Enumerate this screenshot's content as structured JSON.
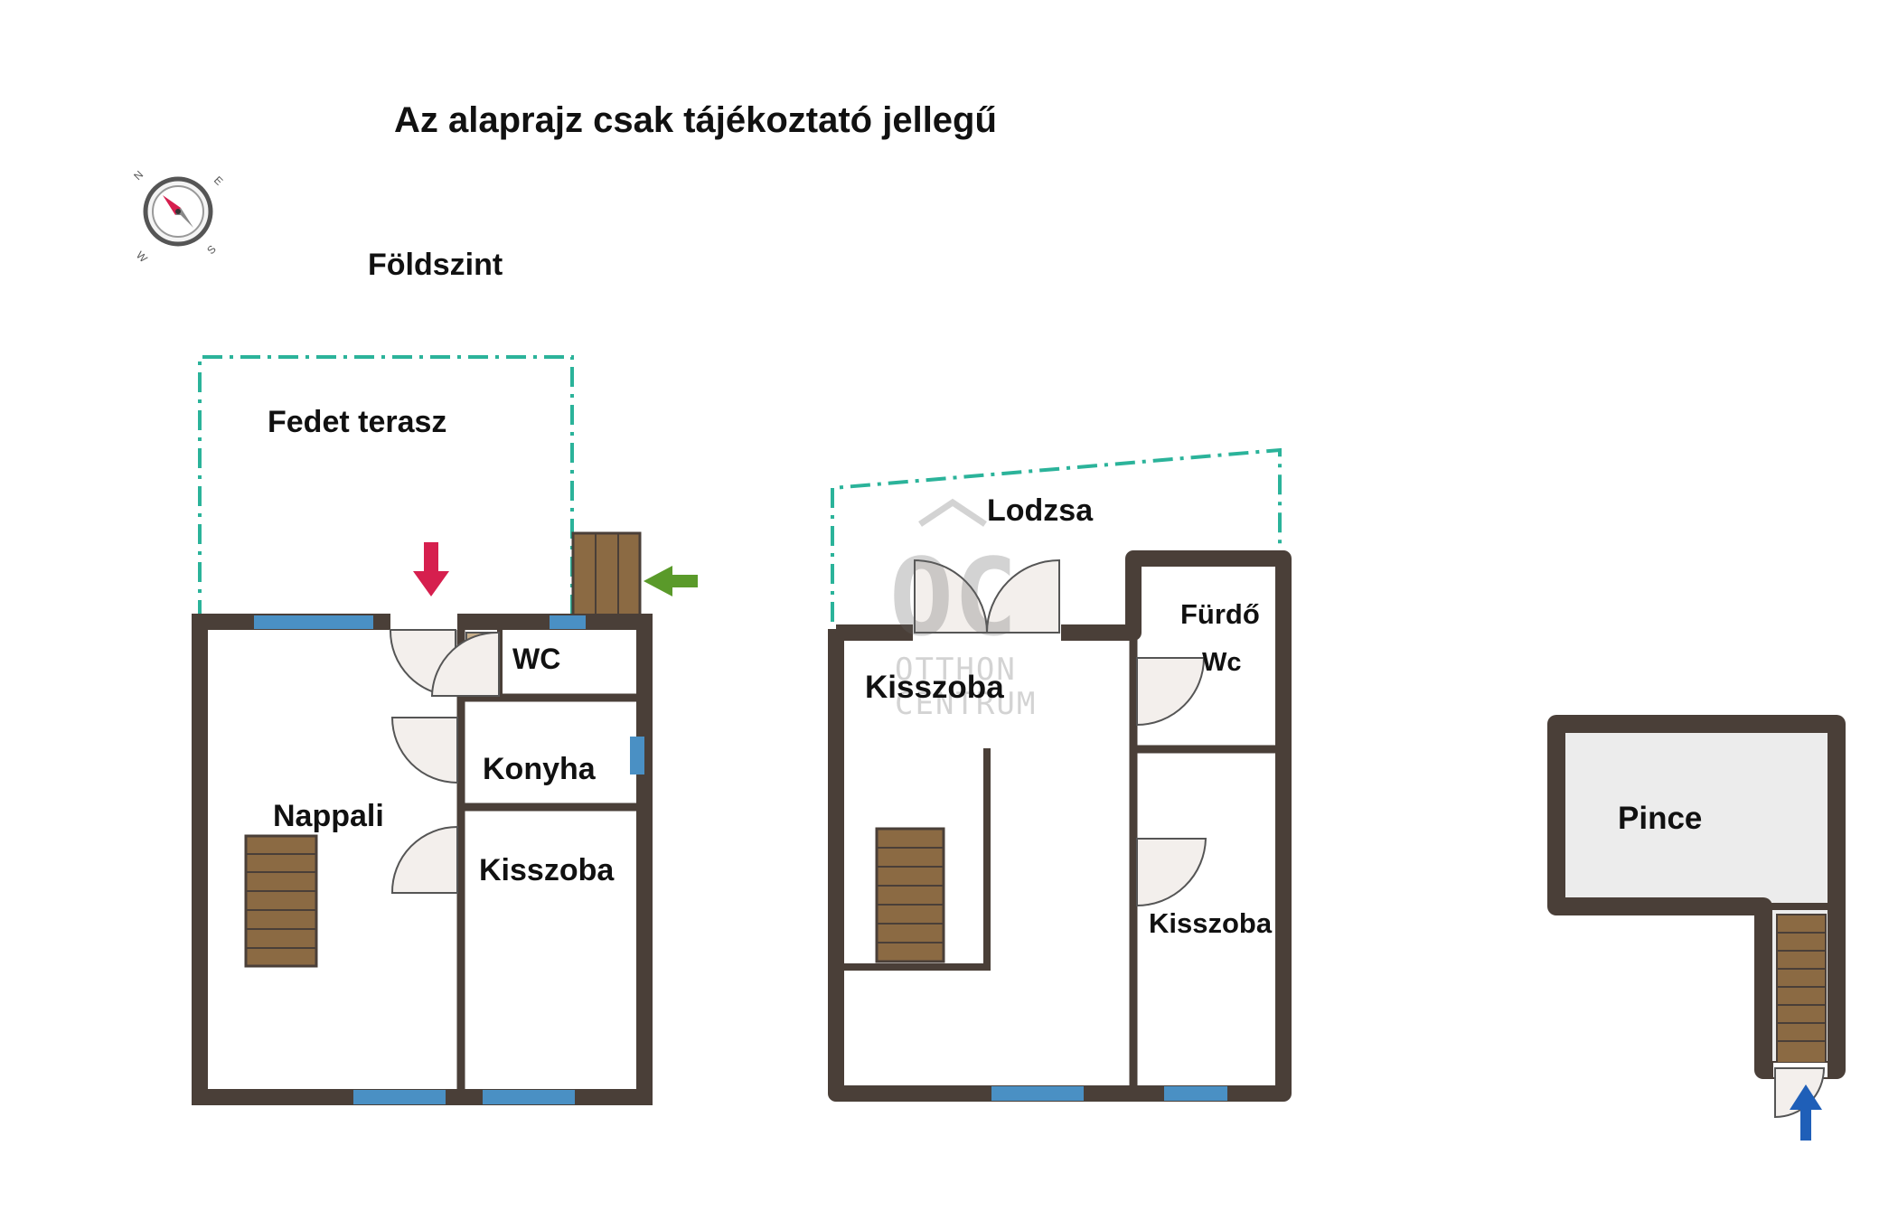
{
  "header": {
    "title": "Az alaprajz  csak tájékoztató jellegű",
    "floor_label": "Földszint"
  },
  "compass": {
    "icon": "compass-icon",
    "letters": {
      "n": "N",
      "e": "E",
      "s": "S",
      "w": "W"
    }
  },
  "rooms": {
    "fedet_terasz": "Fedet terasz",
    "wc_ground": "WC",
    "konyha": "Konyha",
    "nappali": "Nappali",
    "kisszoba_ground": "Kisszoba",
    "lodzsa": "Lodzsa",
    "furdo": "Fürdő",
    "wc_upper": "Wc",
    "kisszoba_upper_left": "Kisszoba",
    "kisszoba_upper_right": "Kisszoba",
    "pince": "Pince"
  },
  "watermark": {
    "logo": "OC",
    "line1": "OTTHON",
    "line2": "CENTRUM"
  },
  "colors": {
    "wall": "#4a3f38",
    "window": "#4a90c4",
    "terrace_outline": "#2bb39a",
    "stairs": "#8b6a43",
    "entry_arrow_red": "#d61f4e",
    "entry_arrow_green": "#5a9a2a",
    "entry_arrow_blue": "#1f5fb8",
    "cellar_fill": "#ececec"
  }
}
